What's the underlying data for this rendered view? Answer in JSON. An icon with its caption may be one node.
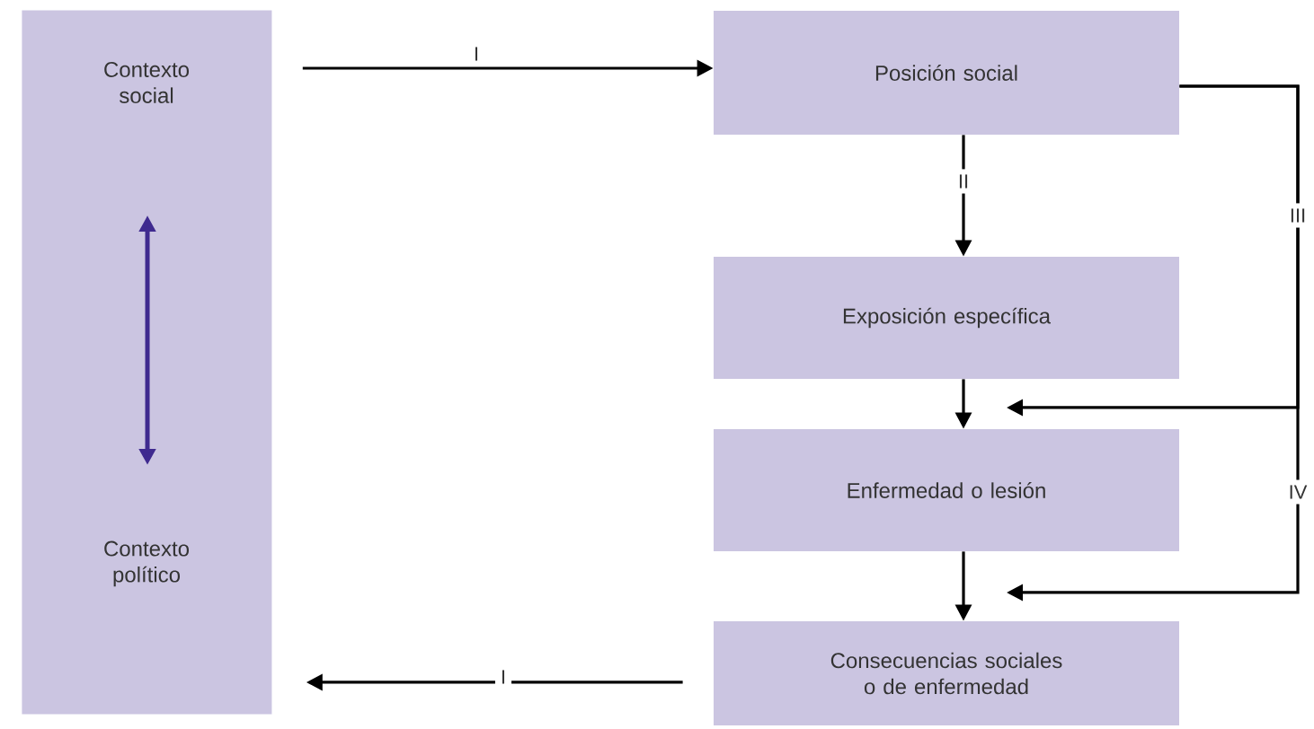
{
  "diagram": {
    "nodes": [
      {
        "text": [
          "Contexto social",
          "Contexto político"
        ]
      },
      {
        "text": [
          "Posición social"
        ]
      },
      {
        "text": [
          "Exposición específica"
        ]
      },
      {
        "text": [
          "Enfermedad o lesión"
        ]
      },
      {
        "text": [
          "Consecuencias sociales o de enfermedad"
        ]
      }
    ],
    "edges": [
      {
        "from": 0,
        "to": 1,
        "arrow": "to",
        "label": "I"
      },
      {
        "from": 1,
        "to": 2,
        "arrow": "to",
        "label": "II"
      },
      {
        "from": 2,
        "to": 3,
        "arrow": "to"
      },
      {
        "from": 1,
        "to": 3,
        "arrow": "to",
        "label": "III"
      },
      {
        "from": 1,
        "to": 4,
        "arrow": "to",
        "label": "IV"
      },
      {
        "from": 3,
        "to": 4,
        "arrow": "to"
      },
      {
        "from": 4,
        "to": 0,
        "arrow": "to",
        "label": "I"
      }
    ]
  }
}
